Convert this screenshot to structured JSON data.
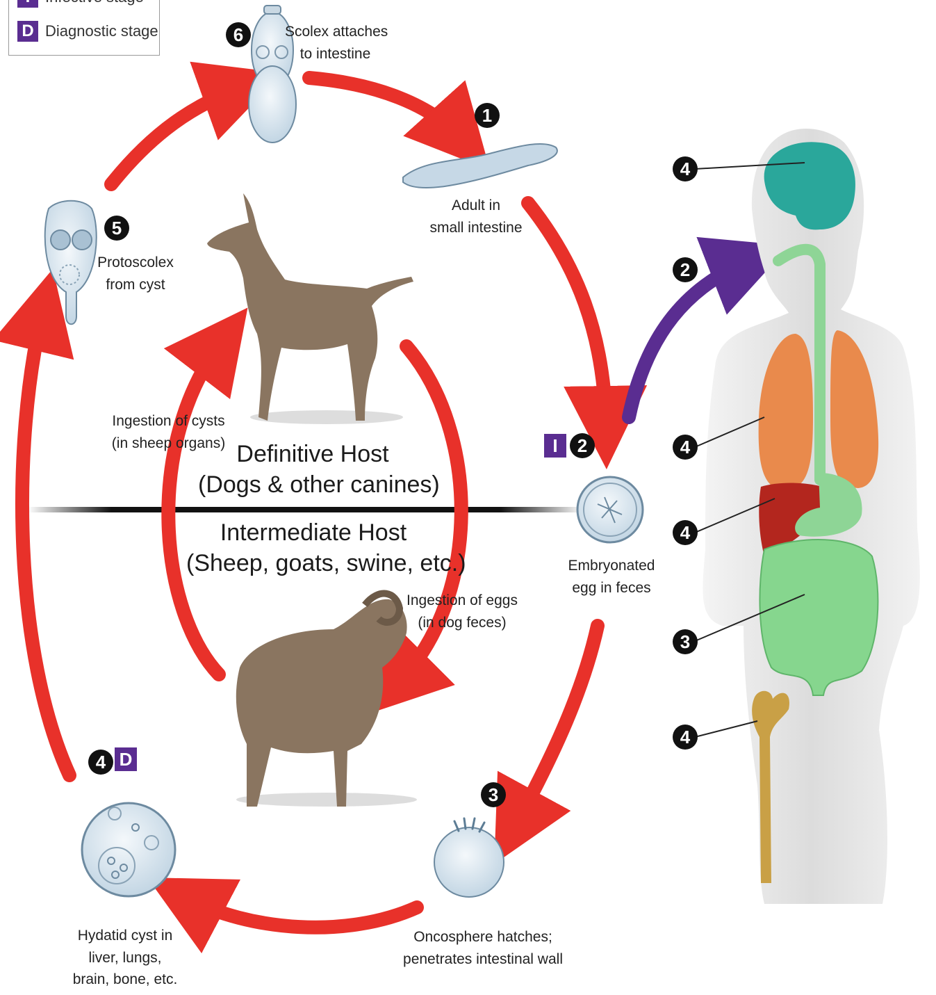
{
  "legend": {
    "items": [
      {
        "badge": "I",
        "label": "Infective stage"
      },
      {
        "badge": "D",
        "label": "Diagnostic stage"
      }
    ]
  },
  "hosts": {
    "definitive": {
      "line1": "Definitive Host",
      "line2": "(Dogs & other canines)"
    },
    "intermediate": {
      "line1": "Intermediate Host",
      "line2": "(Sheep, goats, swine, etc.)"
    }
  },
  "stages": {
    "step1": {
      "number": "1",
      "line1": "Adult in",
      "line2": "small intestine"
    },
    "step2": {
      "number": "2",
      "badge": "I",
      "line1": "Embryonated",
      "line2": "egg in feces"
    },
    "step3": {
      "number": "3",
      "line1": "Oncosphere hatches;",
      "line2": "penetrates intestinal wall"
    },
    "step4": {
      "number": "4",
      "badge": "D",
      "line1": "Hydatid cyst in",
      "line2": "liver, lungs,",
      "line3": "brain, bone, etc."
    },
    "step5": {
      "number": "5",
      "line1": "Protoscolex",
      "line2": "from cyst"
    },
    "step6": {
      "number": "6",
      "line1": "Scolex attaches",
      "line2": "to intestine"
    }
  },
  "transitions": {
    "ingestion_cysts": {
      "line1": "Ingestion of cysts",
      "line2": "(in sheep organs)"
    },
    "ingestion_eggs": {
      "line1": "Ingestion of eggs",
      "line2": "(in dog feces)"
    }
  },
  "human_figure": {
    "callouts": [
      {
        "organ": "brain",
        "number": "4"
      },
      {
        "organ": "mouth",
        "number": "2"
      },
      {
        "organ": "lungs",
        "number": "4"
      },
      {
        "organ": "liver",
        "number": "4"
      },
      {
        "organ": "intestine",
        "number": "3"
      },
      {
        "organ": "bone",
        "number": "4"
      }
    ]
  },
  "colors": {
    "cycle_arrow": "#e8312a",
    "human_arrow": "#5a2d91",
    "badge": "#5a2d91",
    "brain": "#2aa79b",
    "lungs": "#e98a4c",
    "liver": "#b3261e",
    "intestine": "#86d68e",
    "bone": "#c9a046",
    "body": "#e6e6e6",
    "animal": "#8a7560",
    "cyst": "#dfeaf3"
  }
}
